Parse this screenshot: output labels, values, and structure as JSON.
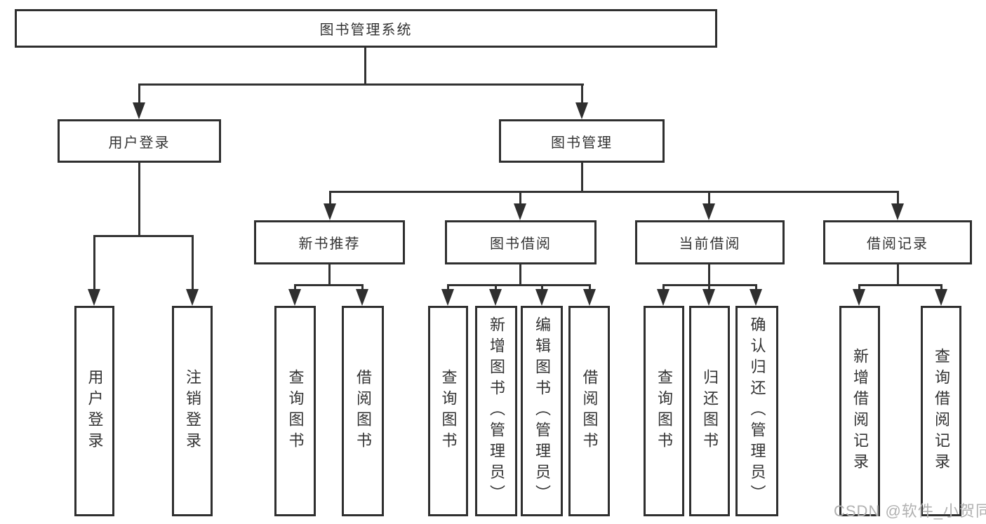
{
  "tree": {
    "root": "图书管理系统",
    "user_login": {
      "label": "用户登录",
      "children": {
        "login": "用户登录",
        "logout": "注销登录"
      }
    },
    "book_mgmt": {
      "label": "图书管理",
      "new_book_rec": {
        "label": "新书推荐",
        "children": {
          "query_books": "查询图书",
          "borrow_books": "借阅图书"
        }
      },
      "book_borrow": {
        "label": "图书借阅",
        "children": {
          "query_books": "查询图书",
          "add_books": "新增图书（管理员）",
          "edit_books": "编辑图书（管理员）",
          "borrow_books": "借阅图书"
        }
      },
      "current_borrow": {
        "label": "当前借阅",
        "children": {
          "query_books": "查询图书",
          "return_books": "归还图书",
          "confirm_return": "确认归还（管理员）"
        }
      },
      "borrow_records": {
        "label": "借阅记录",
        "children": {
          "add_record": "新增借阅记录",
          "query_record": "查询借阅记录"
        }
      }
    }
  },
  "watermark": "CSDN @软件_小贺同学"
}
